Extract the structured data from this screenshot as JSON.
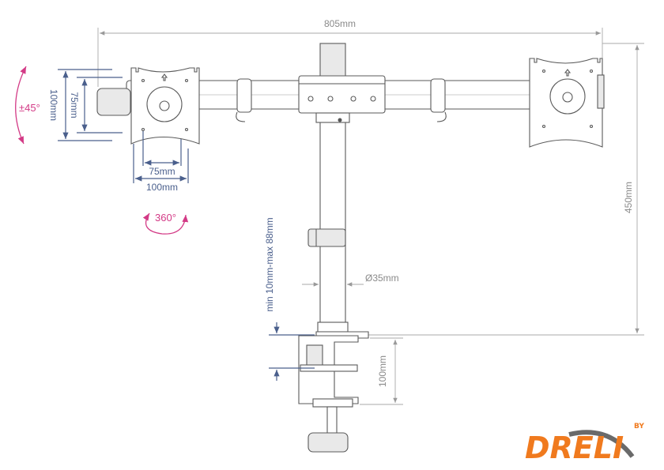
{
  "dimensions": {
    "total_width": "805mm",
    "height": "450mm",
    "vesa_h_outer": "100mm",
    "vesa_h_inner": "75mm",
    "vesa_v_outer": "100mm",
    "vesa_v_inner": "75mm",
    "tilt": "±45°",
    "rotation": "360°",
    "pole_diameter": "Ø35mm",
    "clamp_thickness": "min 10mm-max 88mm",
    "clamp_depth": "100mm"
  },
  "logo": {
    "text": "DRELI",
    "by": "BY",
    "color": "#f07a1e"
  },
  "colors": {
    "dimension": "#4a5f8c",
    "angle": "#d33a86",
    "outline": "#5a5a5a"
  }
}
